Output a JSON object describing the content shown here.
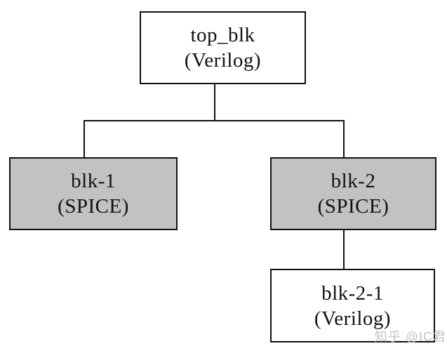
{
  "diagram": {
    "type": "hierarchy-tree",
    "nodes": [
      {
        "id": "top_blk",
        "label": "top_blk",
        "sublabel": "(Verilog)",
        "fill": "#ffffff"
      },
      {
        "id": "blk-1",
        "label": "blk-1",
        "sublabel": "(SPICE)",
        "fill": "#c2c2c2"
      },
      {
        "id": "blk-2",
        "label": "blk-2",
        "sublabel": "(SPICE)",
        "fill": "#c2c2c2"
      },
      {
        "id": "blk-2-1",
        "label": "blk-2-1",
        "sublabel": "(Verilog)",
        "fill": "#ffffff"
      }
    ],
    "edges": [
      {
        "from": "top_blk",
        "to": "blk-1"
      },
      {
        "from": "top_blk",
        "to": "blk-2"
      },
      {
        "from": "blk-2",
        "to": "blk-2-1"
      }
    ],
    "colors": {
      "background": "#ffffff",
      "node_border": "#111111",
      "edge_line": "#111111",
      "text": "#111111",
      "spice_fill": "#c2c2c2",
      "verilog_fill": "#ffffff"
    }
  },
  "watermark": {
    "text": "知乎 @IC君",
    "color": "#c2c4c6"
  }
}
